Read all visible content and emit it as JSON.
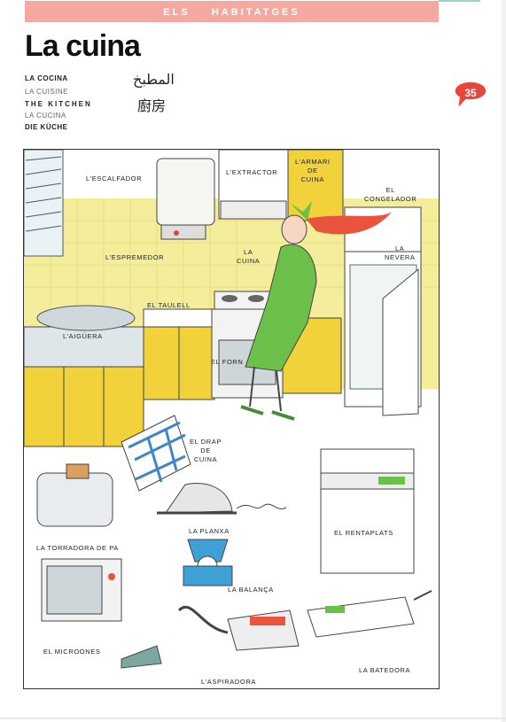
{
  "header": {
    "section": "ELS    HABITATGES"
  },
  "title": "La cuina",
  "translations": {
    "spanish": "LA COCINA",
    "french": "LA CUISINE",
    "english": "THE  KITCHEN",
    "italian": "LA CUCINA",
    "german": "DIE KÜCHE",
    "arabic": "المطبخ",
    "chinese": "廚房"
  },
  "page_number": "35",
  "colors": {
    "section_bar": "#f4a9a0",
    "badge": "#e8453c",
    "tiles": "#f4ee9c",
    "cabinets": "#f2d23a",
    "dress": "#6cc04a",
    "hair": "#e8553c"
  },
  "labels": {
    "escalfador": "L'ESCALFADOR",
    "extractor": "L'EXTRACTOR",
    "armari": "L'ARMARI\nDE\nCUINA",
    "congelador": "EL\nCONGELADOR",
    "espremedor": "L'ESPREMEDOR",
    "cuina": "LA\nCUINA",
    "nevera": "LA\nNEVERA",
    "taulell": "EL TAULELL",
    "aiguera": "L'AIGÜERA",
    "forn": "EL FORN",
    "drap": "EL DRAP\nDE\nCUINA",
    "torradora": "LA TORRADORA DE PA",
    "planxa": "LA PLANXA",
    "rentaplats": "EL RENTAPLATS",
    "balanca": "LA BALANÇA",
    "microones": "EL MICROONES",
    "batedora": "LA BATEDORA",
    "aspiradora": "L'ASPIRADORA"
  }
}
